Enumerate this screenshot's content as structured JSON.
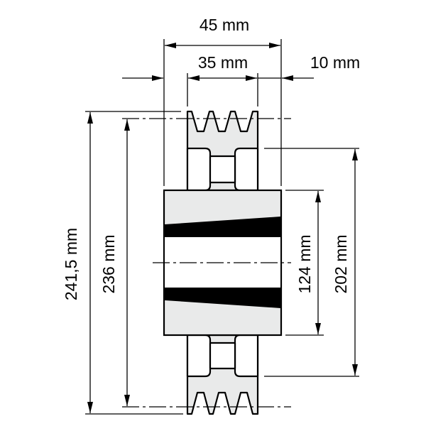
{
  "dimensions": {
    "overall_width": "45 mm",
    "groove_width": "35 mm",
    "hub_offset": "10 mm",
    "outer_diameter": "241,5 mm",
    "pitch_diameter": "236 mm",
    "hub_diameter": "124 mm",
    "recess_diameter": "202 mm"
  },
  "colors": {
    "body_fill": "#e9eaea",
    "line": "#000000",
    "bushing": "#000000"
  },
  "groove_count": 3
}
